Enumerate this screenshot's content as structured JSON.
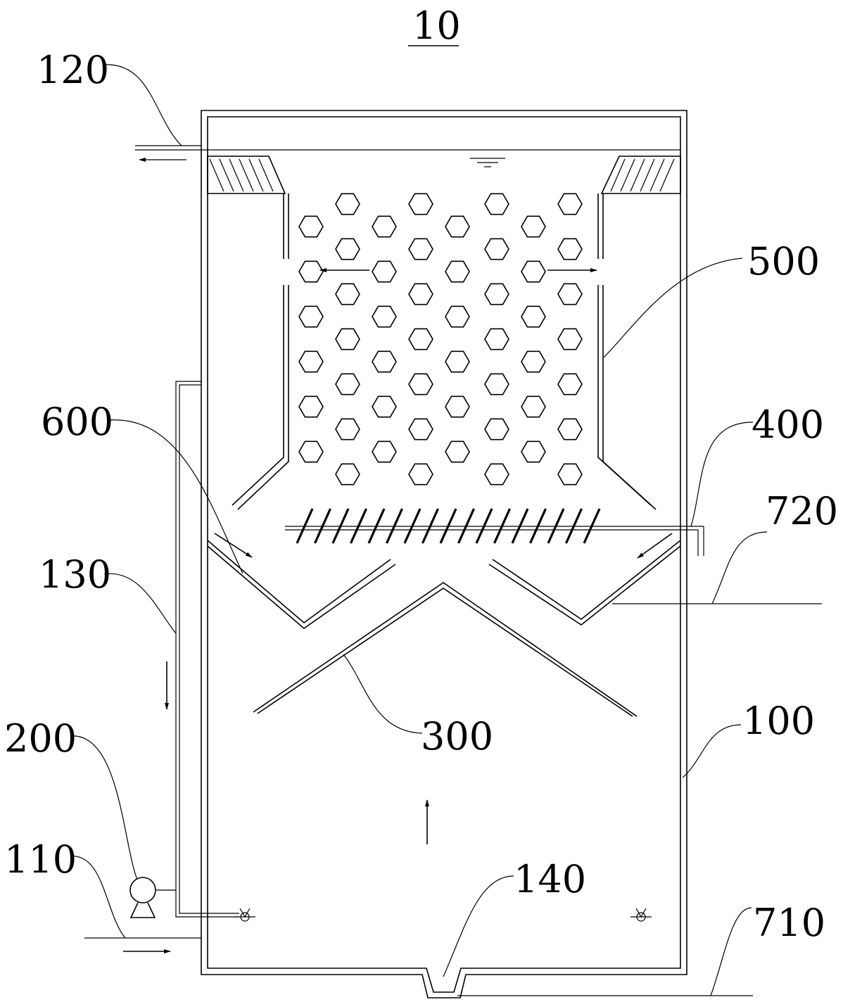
{
  "figure": {
    "title": "10",
    "labels": {
      "l120": "120",
      "l500": "500",
      "l600": "600",
      "l400": "400",
      "l720": "720",
      "l130": "130",
      "l300": "300",
      "l200": "200",
      "l100": "100",
      "l110": "110",
      "l140": "140",
      "l710": "710"
    }
  }
}
